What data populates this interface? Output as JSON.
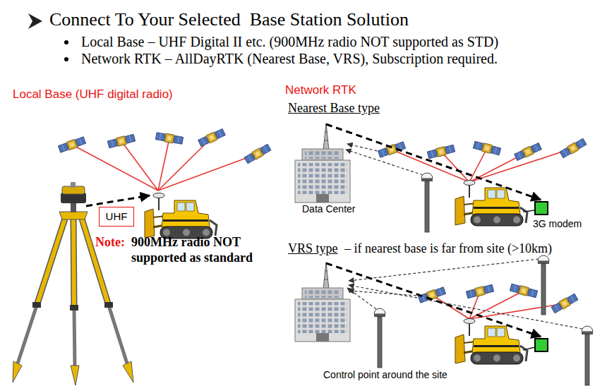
{
  "diagram": {
    "title": "Connect To Your Selected  Base Station Solution",
    "nodes": [
      {
        "text": [
          "UHF"
        ]
      }
    ],
    "labels": [
      "Local Base – UHF Digital II etc. (900MHz radio NOT supported as STD)",
      "Network RTK – AllDayRTK (Nearest Base, VRS), Subscription required.",
      "Local Base (UHF digital radio)",
      "Network RTK",
      "Nearest Base type",
      "Data Center",
      "3G modem",
      "Note:",
      "900MHz radio NOT supported as standard",
      "VRS type",
      "– if nearest base is far from site (>10km)",
      "Control point around the site"
    ]
  }
}
